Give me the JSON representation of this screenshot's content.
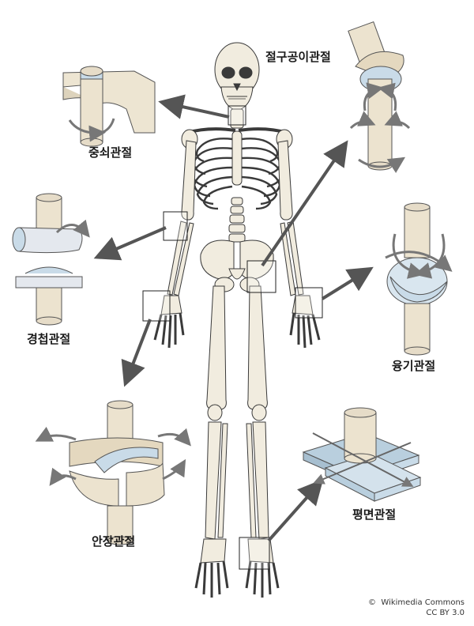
{
  "labels": {
    "pivot": "중쇠관절",
    "ball_socket": "절구공이관절",
    "hinge": "경첩관절",
    "condyloid": "융기관절",
    "saddle": "안장관절",
    "plane": "평면관절"
  },
  "credit": {
    "line1": "Wikimedia Commons",
    "line2": "CC BY 3.0",
    "symbol": "©"
  },
  "colors": {
    "bone": "#f1ecdf",
    "bone_stroke": "#3a3a3a",
    "cartilage": "#c9dbe8",
    "arrow": "#555555"
  }
}
